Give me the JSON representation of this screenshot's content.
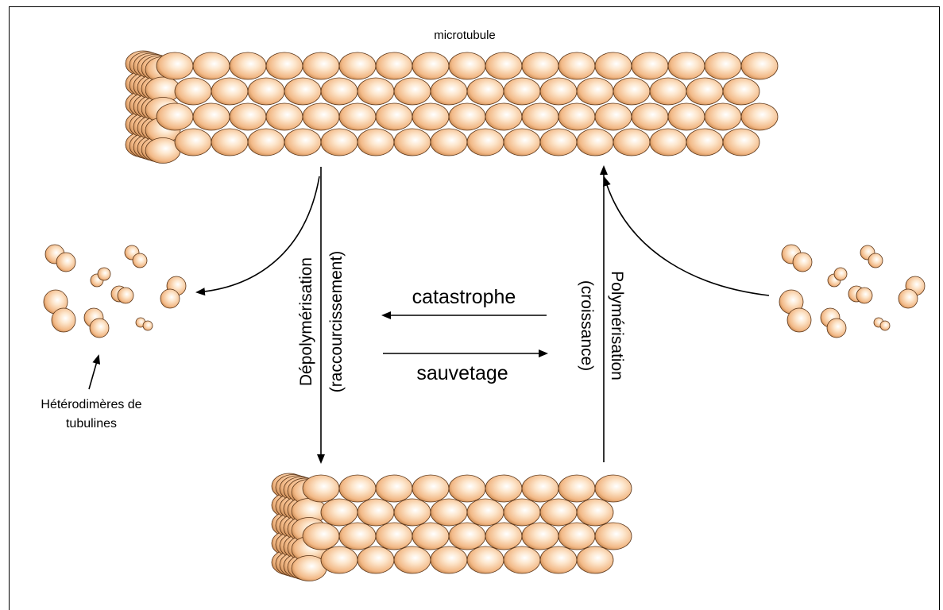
{
  "labels": {
    "microtubule": "microtubule",
    "depolymerisation": "Dépolymérisation",
    "depolymerisation_sub": "(raccourcissement)",
    "polymerisation": "Polymérisation",
    "polymerisation_sub": "(croissance)",
    "catastrophe": "catastrophe",
    "sauvetage": "sauvetage",
    "heterodimers_line1": "Hétérodimères de",
    "heterodimers_line2": "tubulines"
  },
  "colors": {
    "tubulin_light": "#fde6cc",
    "tubulin_mid": "#f6c79c",
    "tubulin_dark": "#c98850",
    "outline": "#5a3518",
    "arrow": "#000000"
  }
}
